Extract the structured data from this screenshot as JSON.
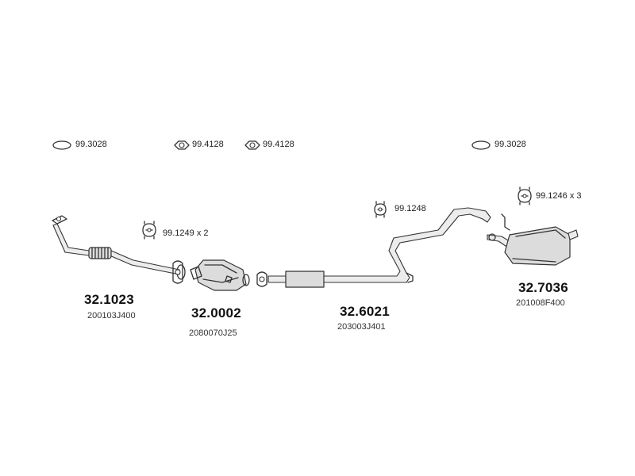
{
  "accessories": [
    {
      "id": "a1",
      "code": "99.3028",
      "icon": "ring-gasket-icon"
    },
    {
      "id": "a2",
      "code": "99.4128",
      "icon": "donut-gasket-icon"
    },
    {
      "id": "a3",
      "code": "99.4128",
      "icon": "donut-gasket-icon"
    },
    {
      "id": "a4",
      "code": "99.3028",
      "icon": "ring-gasket-icon"
    },
    {
      "id": "a5",
      "code": "99.1249 x 2",
      "icon": "rubber-hanger-icon"
    },
    {
      "id": "a6",
      "code": "99.1248",
      "icon": "rubber-hanger-icon"
    },
    {
      "id": "a7",
      "code": "99.1246 x 3",
      "icon": "rubber-hanger-icon"
    }
  ],
  "parts": [
    {
      "id": "p1",
      "number": "32.1023",
      "code": "200103J400",
      "icon": "front-pipe-icon"
    },
    {
      "id": "p2",
      "number": "32.0002",
      "code": "2080070J25",
      "icon": "catalytic-converter-icon"
    },
    {
      "id": "p3",
      "number": "32.6021",
      "code": "203003J401",
      "icon": "middle-silencer-pipe-icon"
    },
    {
      "id": "p4",
      "number": "32.7036",
      "code": "201008F400",
      "icon": "rear-silencer-icon"
    }
  ]
}
